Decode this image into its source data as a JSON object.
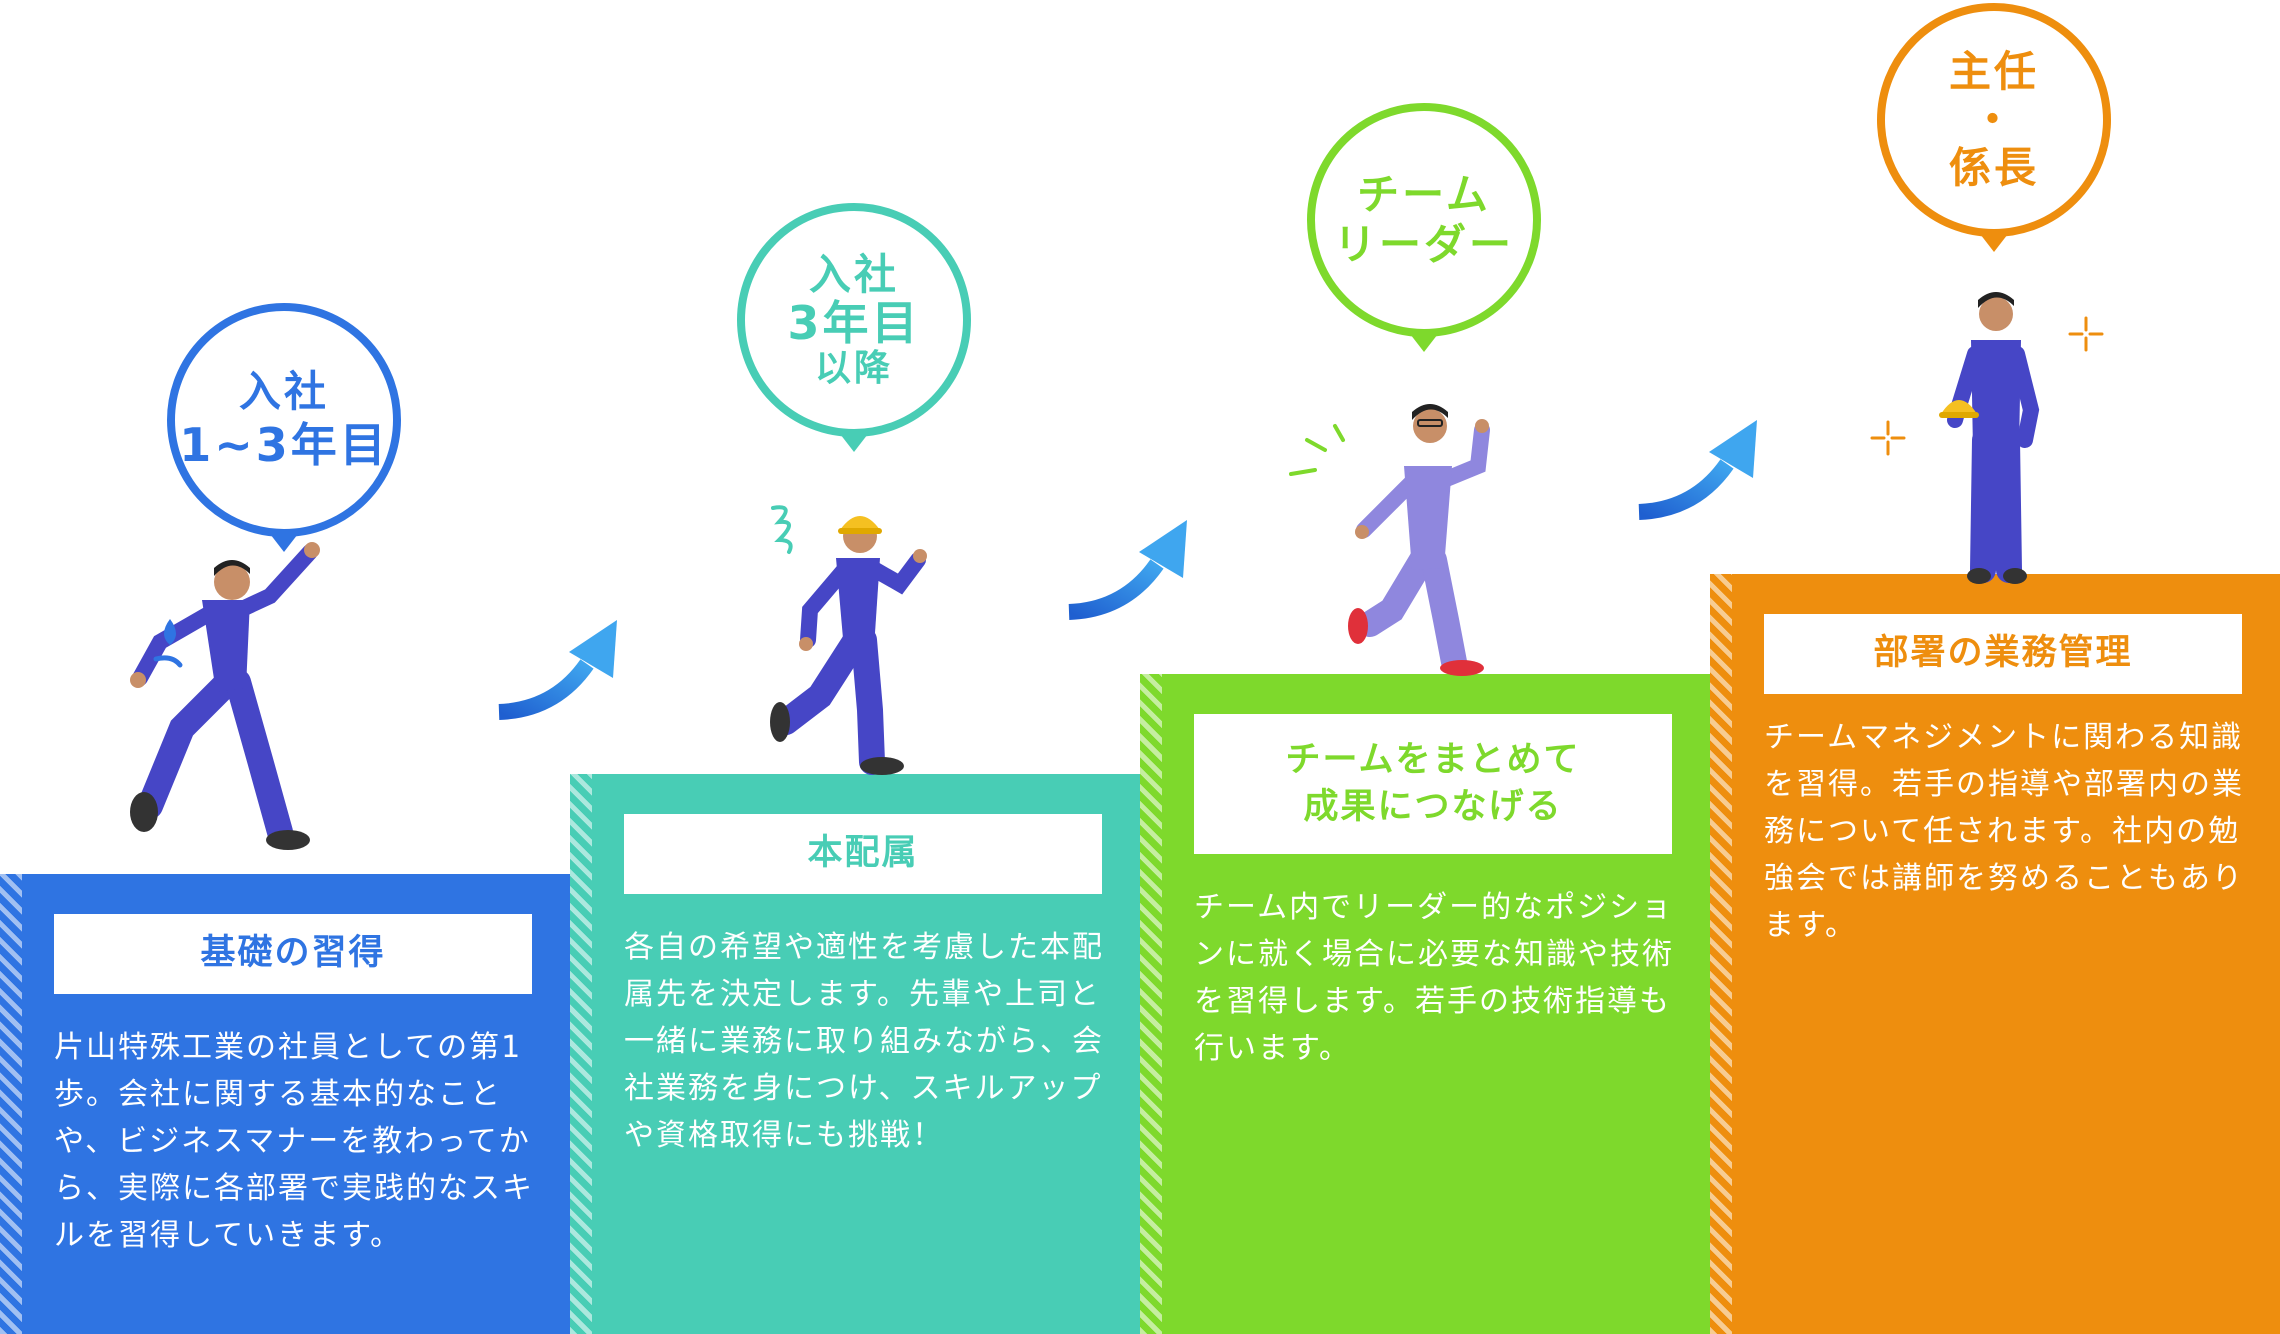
{
  "colors": {
    "blue": "#2f74e2",
    "teal": "#48cdb5",
    "green": "#7ed92c",
    "orange": "#ee8e0e",
    "uniform": "#4646c6",
    "uniform_light": "#8f87de",
    "helmet": "#f5c021",
    "arrow_start": "#1f5fd0",
    "arrow_end": "#3fa6ef"
  },
  "steps": [
    {
      "bubble_lines": [
        "入社",
        "1~3年目"
      ],
      "title_lines": [
        "基礎の習得"
      ],
      "desc": "片山特殊工業の社員としての第1歩。会社に関する基本的なことや、ビジネスマナーを教わってから、実際に各部署で実践的なスキルを習得していきます。",
      "color": "#2f74e2"
    },
    {
      "bubble_lines": [
        "入社",
        "3年目",
        "以降"
      ],
      "title_lines": [
        "本配属"
      ],
      "desc": "各自の希望や適性を考慮した本配属先を決定します。先輩や上司と一緒に業務に取り組みながら、会社業務を身につけ、スキルアップや資格取得にも挑戦！",
      "color": "#48cdb5"
    },
    {
      "bubble_lines": [
        "チーム",
        "リーダー"
      ],
      "title_lines": [
        "チームをまとめて",
        "成果につなげる"
      ],
      "desc": "チーム内でリーダー的なポジションに就く場合に必要な知識や技術を習得します。若手の技術指導も行います。",
      "color": "#7ed92c"
    },
    {
      "bubble_lines": [
        "主任",
        "・",
        "係長"
      ],
      "title_lines": [
        "部署の業務管理"
      ],
      "desc": "チームマネジメントに関わる知識を習得。若手の指導や部署内の業務について任されます。社内の勉強会では講師を努めることもあります。",
      "color": "#ee8e0e"
    }
  ],
  "icons": [
    "arrow-up-right-icon",
    "person-icon",
    "helmet-icon",
    "sparkle-icon",
    "motion-lines-icon",
    "sweat-drop-icon"
  ]
}
